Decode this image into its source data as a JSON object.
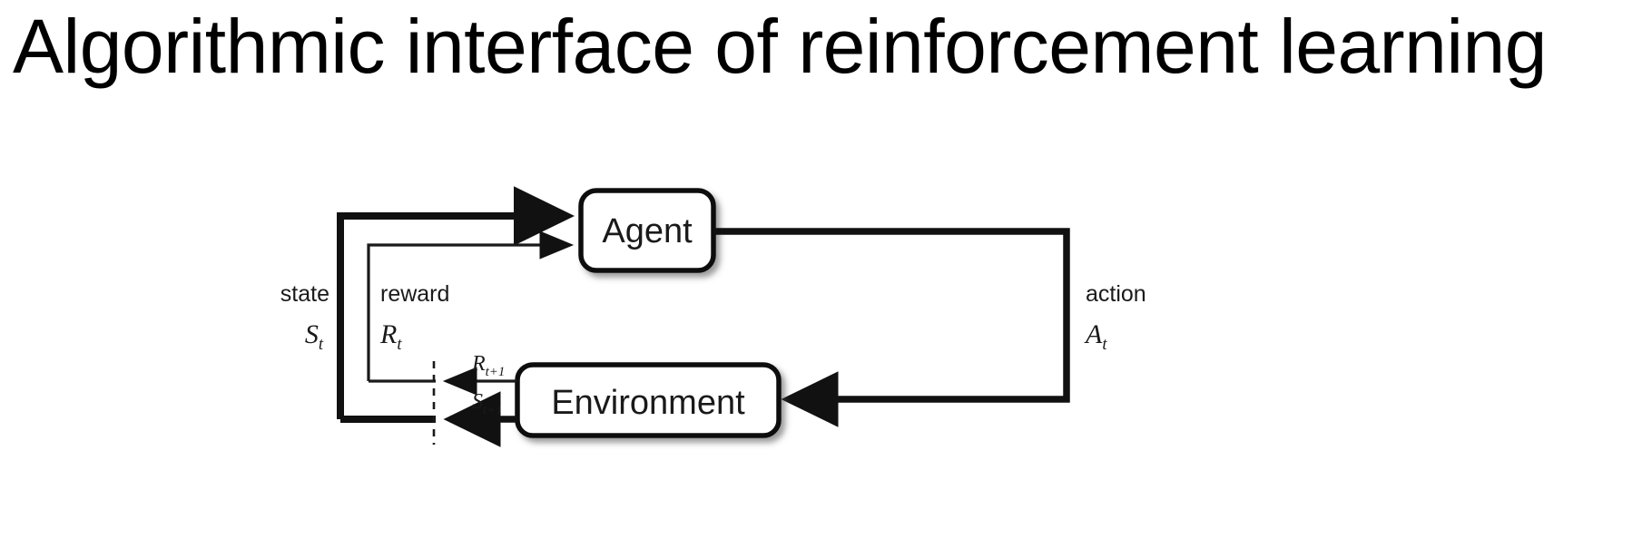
{
  "slide": {
    "title": "Algorithmic interface of reinforcement learning",
    "background_color": "#ffffff",
    "ink_color": "#000000"
  },
  "diagram": {
    "name": "agent-environment-interaction-loop",
    "type": "block-diagram",
    "nodes": [
      {
        "id": "agent",
        "label": "Agent",
        "shape": "rounded-rect",
        "shadow": true
      },
      {
        "id": "environment",
        "label": "Environment",
        "shape": "rounded-rect",
        "shadow": true
      }
    ],
    "edges": [
      {
        "id": "state-to-agent",
        "from": "environment",
        "to": "agent",
        "weight": "thick",
        "label_word": "state",
        "label_symbol": "S",
        "label_subscript": "t"
      },
      {
        "id": "reward-to-agent",
        "from": "environment",
        "to": "agent",
        "weight": "thin",
        "label_word": "reward",
        "label_symbol": "R",
        "label_subscript": "t"
      },
      {
        "id": "action-to-environment",
        "from": "agent",
        "to": "environment",
        "weight": "thick",
        "label_word": "action",
        "label_symbol": "A",
        "label_subscript": "t"
      },
      {
        "id": "next-reward",
        "from": "environment",
        "to": "time-boundary",
        "weight": "thin",
        "label_symbol": "R",
        "label_subscript": "t+1"
      },
      {
        "id": "next-state",
        "from": "environment",
        "to": "time-boundary",
        "weight": "thick",
        "label_symbol": "S",
        "label_subscript": "t+1"
      }
    ],
    "time_boundary": {
      "id": "time-step-divider",
      "style": "dashed-vertical-line"
    }
  }
}
